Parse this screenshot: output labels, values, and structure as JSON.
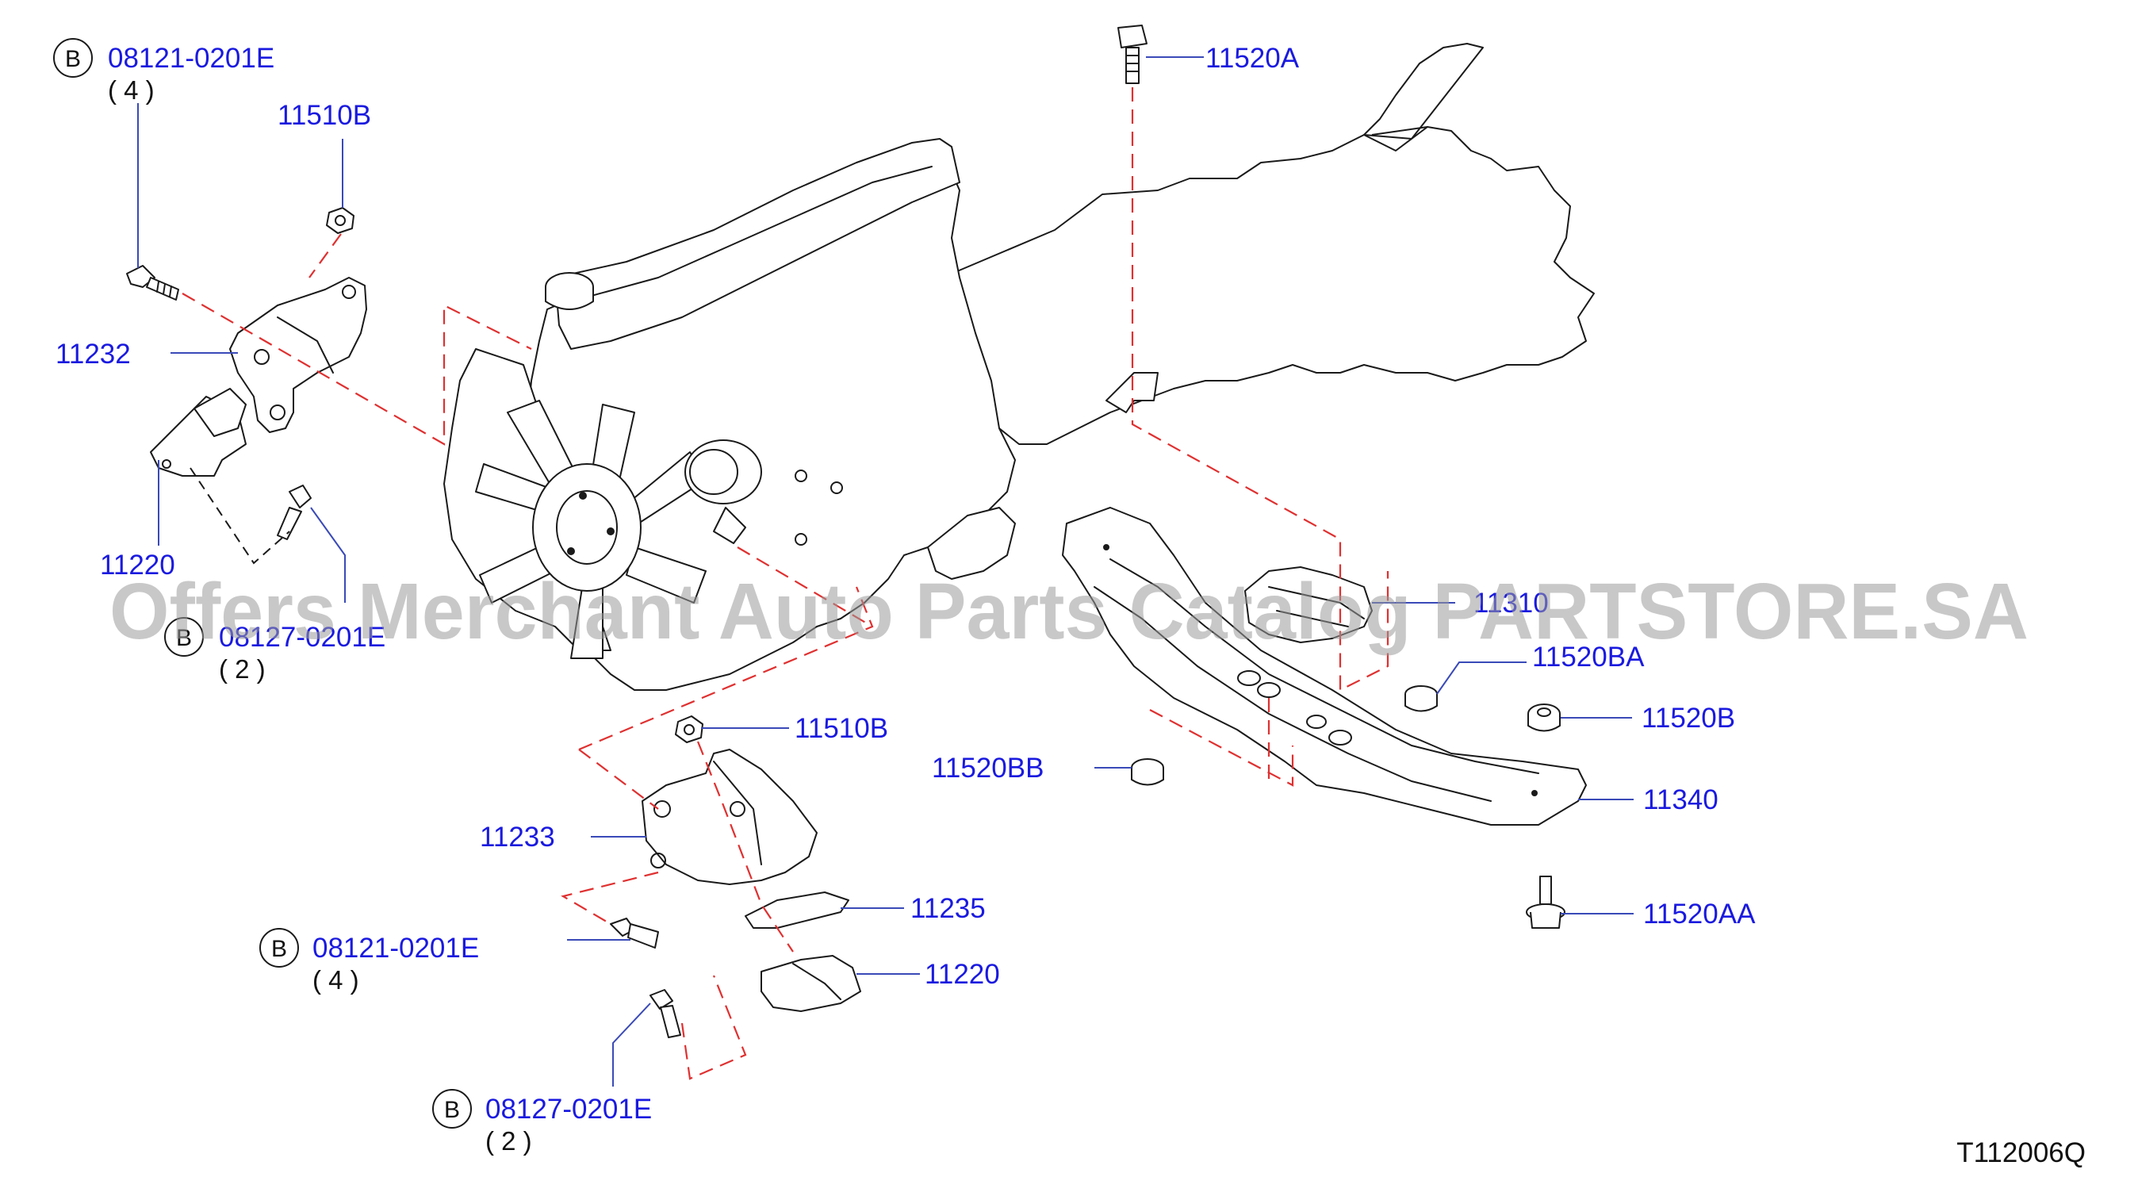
{
  "labels": {
    "p11520a": "11520A",
    "p11510b_top": "11510B",
    "p11232": "11232",
    "p11220_left": "11220",
    "p11310": "11310",
    "p11520ba": "11520BA",
    "p11520b": "11520B",
    "p11520bb": "11520BB",
    "p11340": "11340",
    "p11520aa": "11520AA",
    "p11510b_mid": "11510B",
    "p11233": "11233",
    "p11235": "11235",
    "p11220_right": "11220"
  },
  "bolt_callouts": {
    "tl": {
      "badge": "B",
      "part": "08121-0201E",
      "qty": "( 4 )"
    },
    "ml": {
      "badge": "B",
      "part": "08127-0201E",
      "qty": "( 2 )"
    },
    "bl1": {
      "badge": "B",
      "part": "08121-0201E",
      "qty": "( 4 )"
    },
    "bl2": {
      "badge": "B",
      "part": "08127-0201E",
      "qty": "( 2 )"
    }
  },
  "figure_code": "T112006Q",
  "watermark": "Offers Merchant Auto Parts Catalog PARTSTORE.SA",
  "colors": {
    "label": "#1a1ae0",
    "leader": "#3a4ab8",
    "dashed": "#e03030",
    "line": "#1a1a1a",
    "watermark": "#9a9a9a"
  }
}
